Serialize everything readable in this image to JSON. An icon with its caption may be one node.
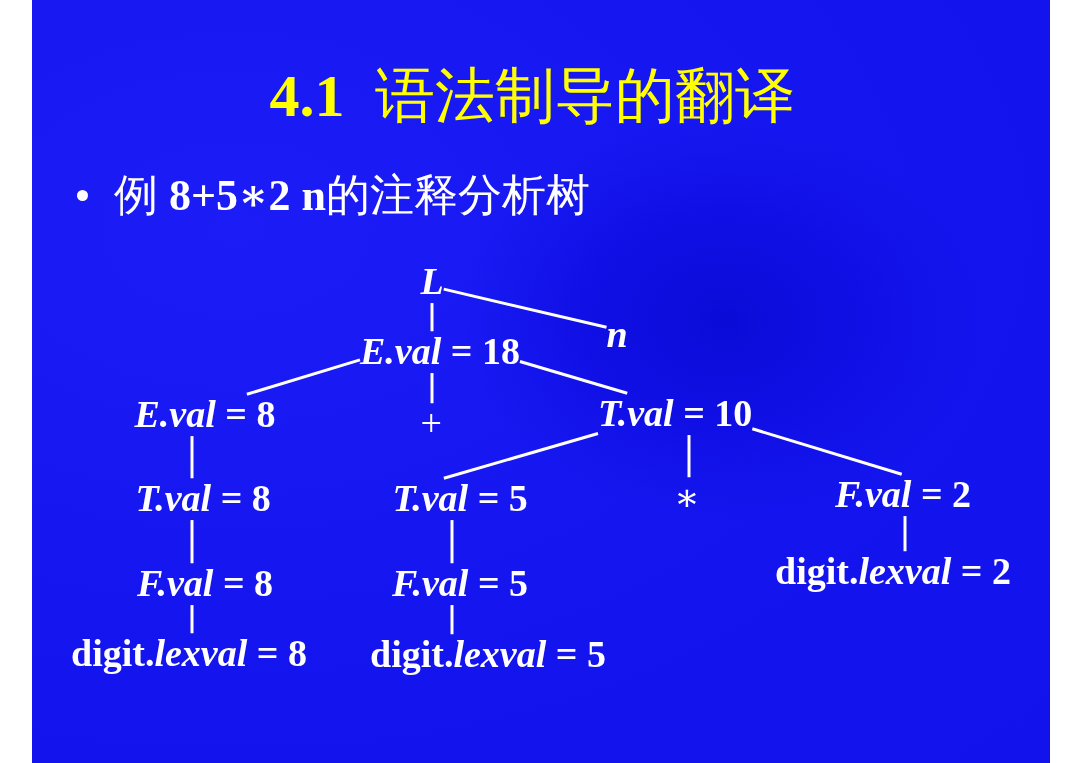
{
  "diagram": {
    "title": "**4.1**  语法制导的翻译",
    "nodes": [
      {
        "text": [
          "L"
        ]
      },
      {
        "text": [
          "n"
        ]
      },
      {
        "text": [
          "*E.val* = 18"
        ]
      },
      {
        "text": [
          "*E.val* = 8"
        ]
      },
      {
        "text": [
          "+"
        ]
      },
      {
        "text": [
          "*T.val* = 10"
        ]
      },
      {
        "text": [
          "*T.val* = 8"
        ]
      },
      {
        "text": [
          "*T.val* = 5"
        ]
      },
      {
        "text": [
          "∗"
        ]
      },
      {
        "text": [
          "*F.val* = 2"
        ]
      },
      {
        "text": [
          "*F.val* = 8"
        ]
      },
      {
        "text": [
          "*F.val* = 5"
        ]
      },
      {
        "text": [
          "digit.*lexval* = 2"
        ]
      },
      {
        "text": [
          "digit.*lexval* = 8"
        ]
      },
      {
        "text": [
          "digit.*lexval* = 5"
        ]
      }
    ],
    "edges": [
      {
        "from": 0,
        "to": 2,
        "arrow": "none"
      },
      {
        "from": 0,
        "to": 1,
        "arrow": "none"
      },
      {
        "from": 2,
        "to": 3,
        "arrow": "none"
      },
      {
        "from": 2,
        "to": 4,
        "arrow": "none"
      },
      {
        "from": 2,
        "to": 5,
        "arrow": "none"
      },
      {
        "from": 3,
        "to": 6,
        "arrow": "none"
      },
      {
        "from": 5,
        "to": 7,
        "arrow": "none"
      },
      {
        "from": 5,
        "to": 8,
        "arrow": "none"
      },
      {
        "from": 5,
        "to": 9,
        "arrow": "none"
      },
      {
        "from": 6,
        "to": 10,
        "arrow": "none"
      },
      {
        "from": 7,
        "to": 11,
        "arrow": "none"
      },
      {
        "from": 9,
        "to": 12,
        "arrow": "none"
      },
      {
        "from": 10,
        "to": 13,
        "arrow": "none"
      },
      {
        "from": 11,
        "to": 14,
        "arrow": "none"
      }
    ],
    "labels": [
      "例 **8+5∗2 n**的注释分析树"
    ]
  }
}
